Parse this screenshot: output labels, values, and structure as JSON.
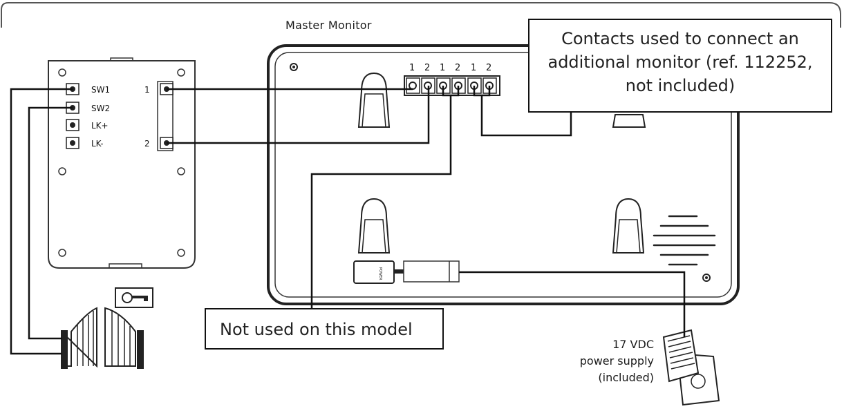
{
  "diagram": {
    "title": "Master Monitor",
    "outdoor_unit": {
      "terminals": [
        "SW1",
        "SW2",
        "LK+",
        "LK-"
      ],
      "line_terminals": [
        "1",
        "2"
      ]
    },
    "monitor_terminals": [
      "1",
      "2",
      "1",
      "2",
      "1",
      "2"
    ],
    "power_jack_label": "POWER",
    "callouts": {
      "additional_monitor": [
        "Contacts used to connect an",
        "additional monitor (ref. 112252,",
        "not included)"
      ],
      "not_used": "Not used on this model",
      "power_supply": [
        "17 VDC",
        "power supply",
        "(included)"
      ]
    }
  }
}
